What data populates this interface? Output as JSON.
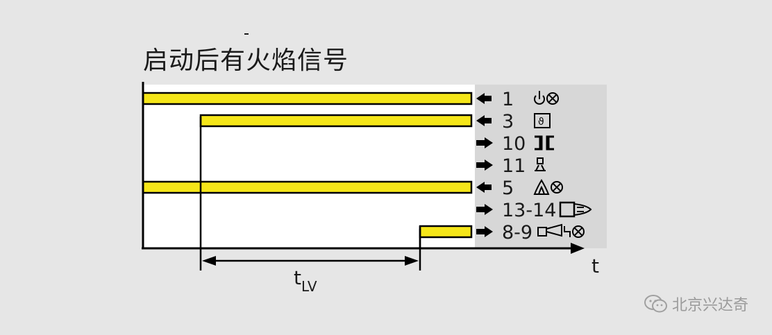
{
  "title": "启动后有火焰信号",
  "axis": {
    "time_label": "t",
    "interval_label_main": "t",
    "interval_label_sub": "LV"
  },
  "colors": {
    "background": "#e6e6e6",
    "plot_area": "#ffffff",
    "signal_fill": "#f5e619",
    "line": "#000000",
    "label_panel": "#d7d7d7",
    "watermark": "#9b9b9b"
  },
  "signals": [
    {
      "terminal": "1",
      "direction": "output",
      "icon": "power-lamp-icon",
      "state": "on",
      "starts_at": "start"
    },
    {
      "terminal": "3",
      "direction": "output",
      "icon": "thermostat-icon",
      "state": "on",
      "starts_at": "first-event"
    },
    {
      "terminal": "10",
      "direction": "input",
      "icon": "pressure-switch-icon",
      "state": "off"
    },
    {
      "terminal": "11",
      "direction": "input",
      "icon": "fan-motor-icon",
      "state": "off"
    },
    {
      "terminal": "5",
      "direction": "output",
      "icon": "flame-lamp-icon",
      "state": "on",
      "starts_at": "start"
    },
    {
      "terminal": "13-14",
      "direction": "input",
      "icon": "flame-sensor-icon",
      "state": "off"
    },
    {
      "terminal": "8-9",
      "direction": "input",
      "icon": "alarm-horn-lamp-icon",
      "state": "on",
      "starts_at": "after-tLV"
    }
  ],
  "watermark": {
    "text": "北京兴达奇",
    "icon": "wechat-icon"
  }
}
